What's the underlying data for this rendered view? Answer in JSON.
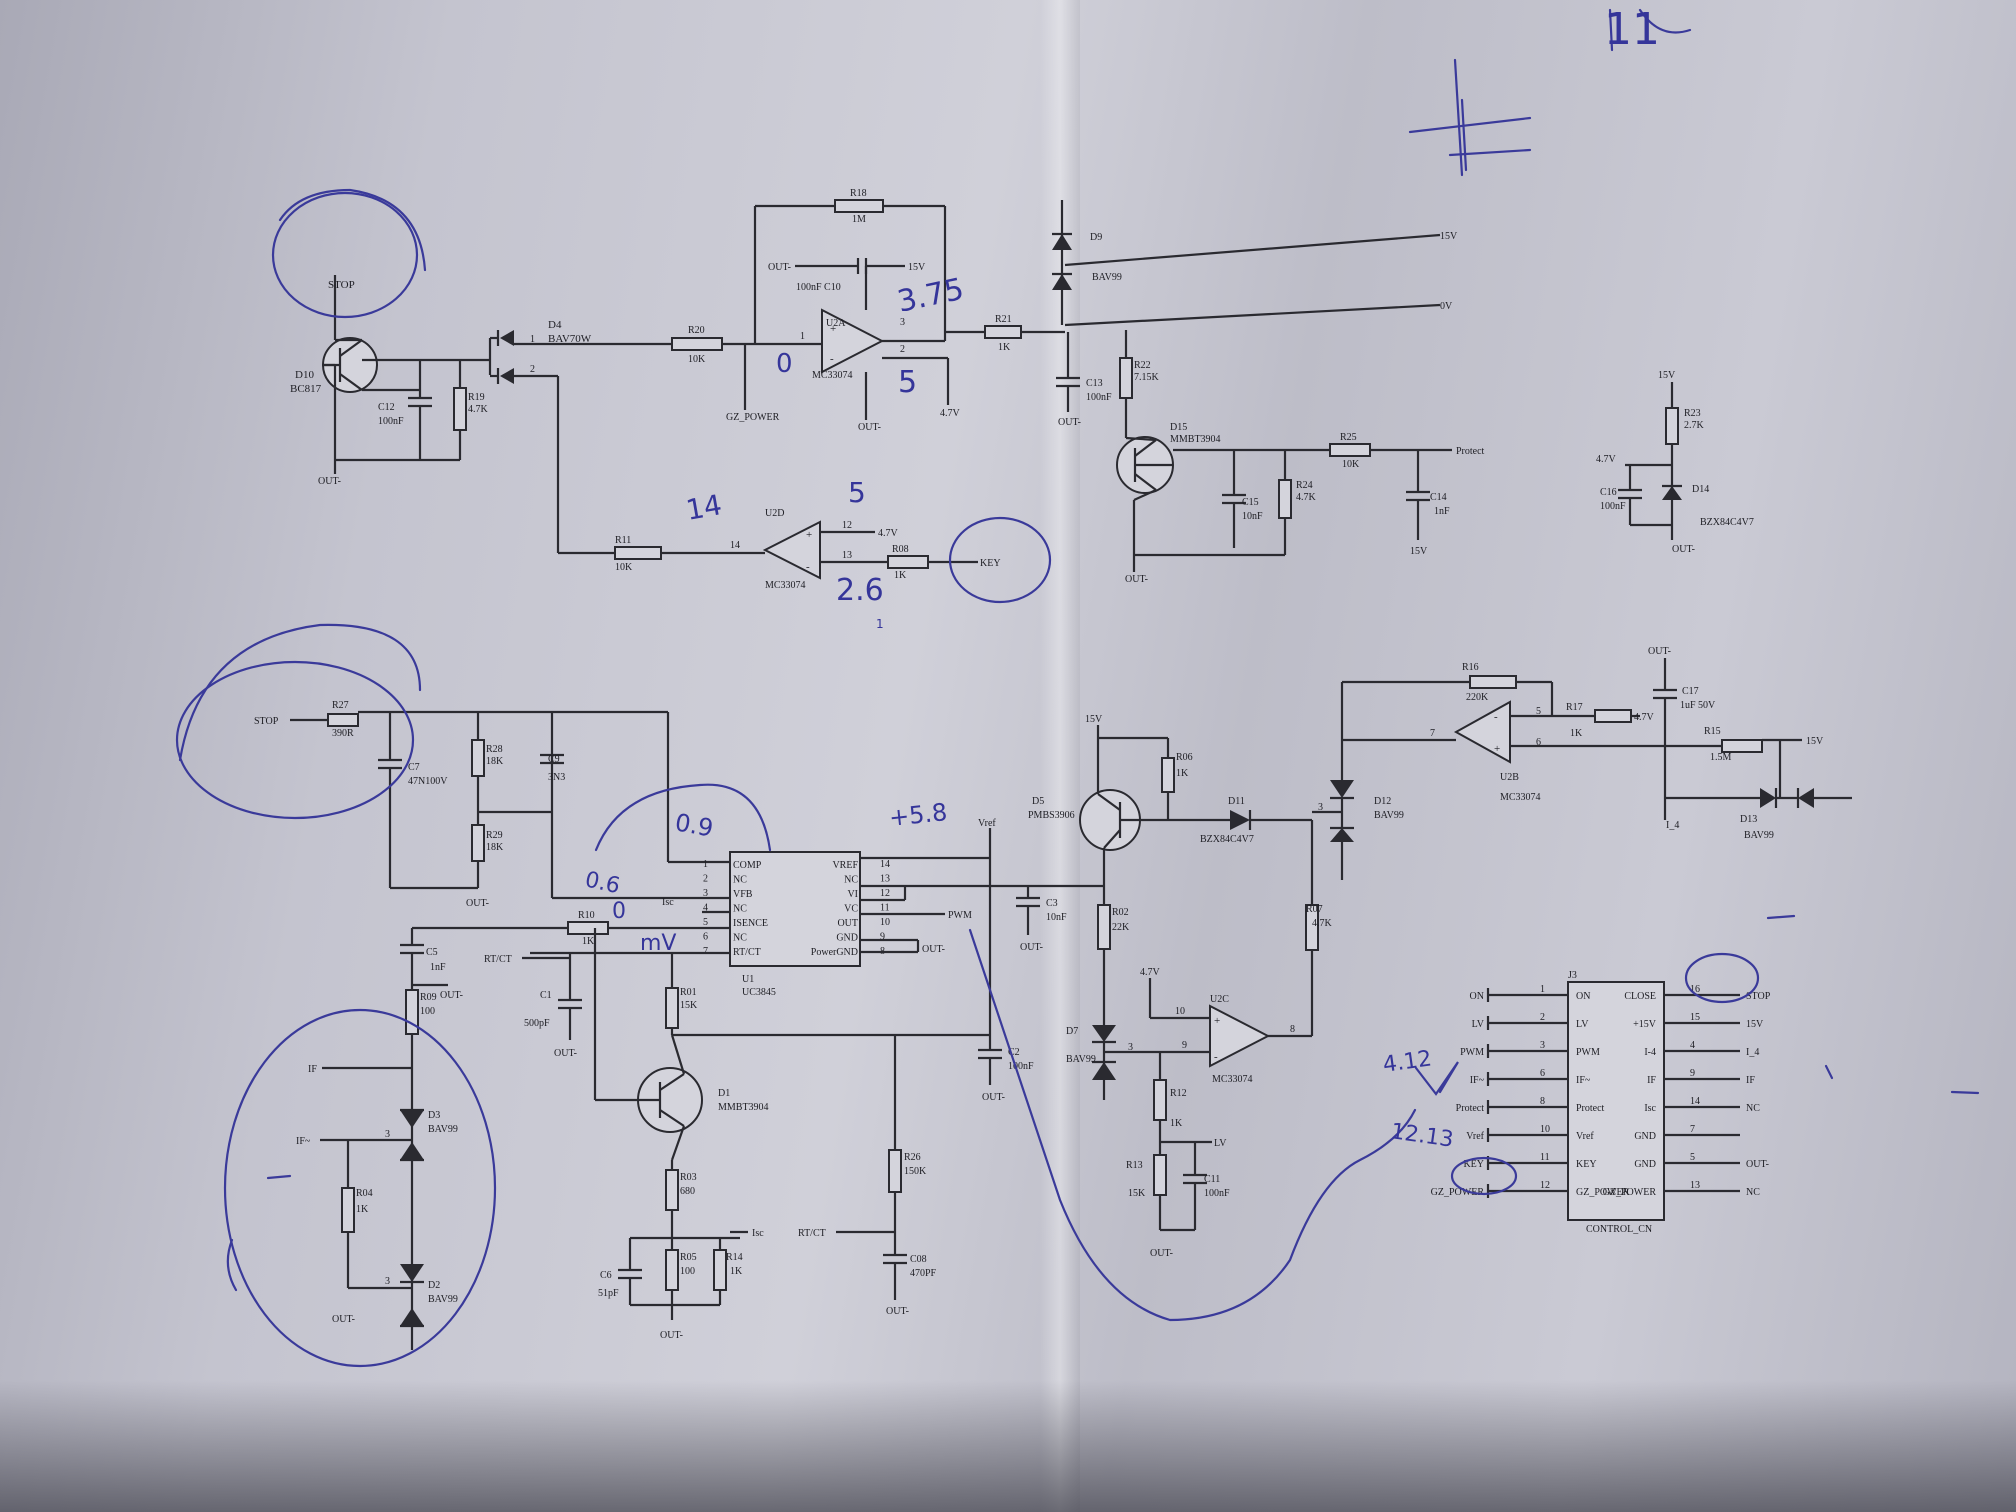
{
  "labels": {
    "d10": "D10",
    "bc817": "BC817",
    "stop_top": "STOP",
    "c12": "C12",
    "c12v": "100nF",
    "r19": "R19",
    "r19v": "4.7K",
    "out_a": "OUT-",
    "d4": "D4",
    "bav70w": "BAV70W",
    "pin1": "1",
    "pin2": "2",
    "pin3": "3",
    "r20": "R20",
    "r20v": "10K",
    "r18": "R18",
    "r18v": "1M",
    "out_c10": "OUT-",
    "c10": "100nF C10",
    "v15_c10": "15V",
    "u2a": "U2A",
    "mc33074": "MC33074",
    "gz_power_top": "GZ_POWER",
    "out_u2a": "OUT-",
    "v47_u2a": "4.7V",
    "r21": "R21",
    "r21v": "1K",
    "d9": "D9",
    "bav99": "BAV99",
    "rail_15v": "15V",
    "rail_0v": "0V",
    "c13": "C13",
    "c13v": "100nF",
    "out_c13": "OUT-",
    "r22": "R22",
    "r22v": "7.15K",
    "d15": "D15",
    "mmbt3904": "MMBT3904",
    "r25": "R25",
    "r25v": "10K",
    "protect": "Protect",
    "c15": "C15",
    "c15v": "10nF",
    "r24": "R24",
    "r24v": "4.7K",
    "c14": "C14",
    "c14v": "1nF",
    "v15_c14": "15V",
    "out_d15": "OUT-",
    "v15_r23": "15V",
    "r23": "R23",
    "r23v": "2.7K",
    "v47_r23": "4.7V",
    "c16": "C16",
    "c16v": "100nF",
    "d14": "D14",
    "bzx": "BZX84C4V7",
    "out_d14": "OUT-",
    "u2d": "U2D",
    "r11": "R11",
    "r11v": "10K",
    "pin14": "14",
    "pin12": "12",
    "pin13": "13",
    "v47_u2d": "4.7V",
    "r08": "R08",
    "r08v": "1K",
    "key": "KEY",
    "mc33074_d": "MC33074",
    "stop_mid": "STOP",
    "r27": "R27",
    "r27v": "390R",
    "c7": "C7",
    "c7v": "47N100V",
    "r28": "R28",
    "r28v": "18K",
    "c9": "C9",
    "c9v": "3N3",
    "r29": "R29",
    "r29v": "18K",
    "out_r29": "OUT-",
    "u1": "U1",
    "uc3845": "UC3845",
    "pins_left": [
      "COMP",
      "NC",
      "VFB",
      "NC",
      "ISENCE",
      "NC",
      "RT/CT"
    ],
    "pins_left_n": [
      "1",
      "2",
      "3",
      "4",
      "5",
      "6",
      "7"
    ],
    "pins_right": [
      "VREF",
      "NC",
      "VI",
      "VC",
      "OUT",
      "GND",
      "PowerGND"
    ],
    "pins_right_n": [
      "14",
      "13",
      "12",
      "11",
      "10",
      "9",
      "8"
    ],
    "vref": "Vref",
    "pwm": "PWM",
    "out_u1": "OUT-",
    "isc": "Isc",
    "c3": "C3",
    "c3v": "10nF",
    "out_c3": "OUT-",
    "c5": "C5",
    "c5v": "1nF",
    "out_c5": "OUT-",
    "r10": "R10",
    "r10v": "1K",
    "rtct_a": "RT/CT",
    "c1": "C1",
    "c1v": "500pF",
    "out_c1": "OUT-",
    "r09": "R09",
    "r09v": "100",
    "if": "IF",
    "r01": "R01",
    "r01v": "15K",
    "c2": "C2",
    "c2v": "100nF",
    "out_c2": "OUT-",
    "d1": "D1",
    "mmbt3904_d1": "MMBT3904",
    "r26": "R26",
    "r26v": "150K",
    "d3": "D3",
    "bav99_d3": "BAV99",
    "if_tilde": "IF~",
    "r04": "R04",
    "r04v": "1K",
    "d2": "D2",
    "bav99_d2": "BAV99",
    "out_d2": "OUT-",
    "r03": "R03",
    "r03v": "680",
    "isc_b": "Isc",
    "c6": "C6",
    "c6v": "51pF",
    "r05": "R05",
    "r05v": "100",
    "r14": "R14",
    "r14v": "1K",
    "out_r05": "OUT-",
    "rtct_b": "RT/CT",
    "c08": "C08",
    "c08v": "470PF",
    "out_c08": "OUT-",
    "v15_d5": "15V",
    "r06": "R06",
    "r06v": "1K",
    "d5": "D5",
    "pmbs3906": "PMBS3906",
    "d11": "D11",
    "bzx_d11": "BZX84C4V7",
    "r02": "R02",
    "r02v": "22K",
    "d7": "D7",
    "bav99_d7": "BAV99",
    "v47_u2c": "4.7V",
    "u2c": "U2C",
    "mc33074_c": "MC33074",
    "pin10": "10",
    "pin9": "9",
    "pin8": "8",
    "r12": "R12",
    "r12v": "1K",
    "lv_r12": "LV",
    "r13": "R13",
    "r13v": "15K",
    "c11": "C11",
    "c11v": "100nF",
    "out_r13": "OUT-",
    "r16": "R16",
    "r16v": "220K",
    "r17": "R17",
    "r17v": "1K",
    "v47_r17": "4.7V",
    "out_c17": "OUT-",
    "c17": "C17",
    "c17v": "1uF 50V",
    "pin5": "5",
    "pin6": "6",
    "pin7": "7",
    "u2b": "U2B",
    "mc33074_b": "MC33074",
    "r15": "R15",
    "r15v": "1.5M",
    "v15_r15": "15V",
    "d12": "D12",
    "bav99_d12": "BAV99",
    "i4": "I_4",
    "d13": "D13",
    "bav99_d13": "BAV99",
    "r07": "R07",
    "r07v": "4.7K"
  },
  "connector": {
    "name": "J3",
    "label": "CONTROL_CN",
    "left_nets": [
      "ON",
      "LV",
      "PWM",
      "IF~",
      "Protect",
      "Vref",
      "KEY",
      "GZ_POWER"
    ],
    "left_pins": [
      "1",
      "2",
      "3",
      "6",
      "8",
      "10",
      "11",
      "12"
    ],
    "left_names": [
      "ON",
      "LV",
      "PWM",
      "IF~",
      "Protect",
      "Vref",
      "KEY",
      "GZ_POWER"
    ],
    "right_names": [
      "CLOSE",
      "+15V",
      "I-4",
      "IF",
      "Isc",
      "GND",
      "GND",
      "GZ_POWER"
    ],
    "right_pins": [
      "16",
      "15",
      "4",
      "9",
      "14",
      "7",
      "5",
      "13"
    ],
    "right_nets": [
      "STOP",
      "15V",
      "I_4",
      "IF",
      "NC",
      "",
      "OUT-",
      "NC"
    ]
  },
  "handwriting": {
    "top_right": "11",
    "v375": "3.75",
    "zero": "0",
    "five_a": "5",
    "five_b": "5",
    "fourteen": "14",
    "two_c": "2.6",
    "one": "1",
    "v58": "+5.8",
    "v09": "0.9",
    "v06": "0.6",
    "v0": "0",
    "mv": "mV",
    "note_a": "4.12",
    "note_b": "12.13"
  }
}
